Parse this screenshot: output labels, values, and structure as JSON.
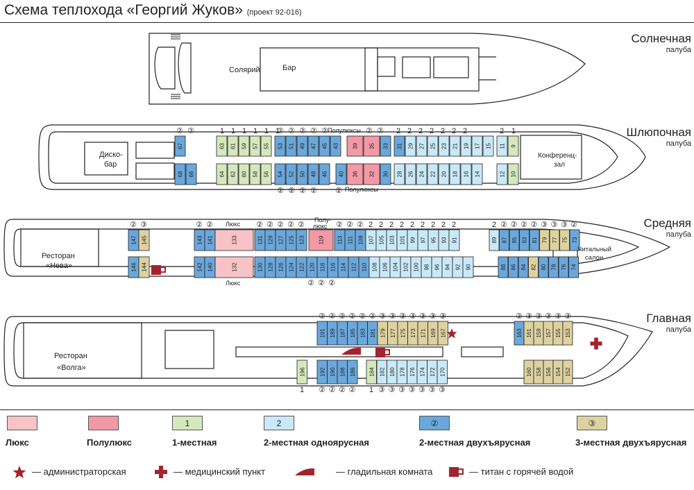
{
  "title": {
    "main": "Схема теплохода «Георгий Жуков»",
    "sub": "(проект 92-016)"
  },
  "colors": {
    "lux": "#f7c3c6",
    "semilux": "#f19aa6",
    "single": "#d5e8bd",
    "double_single": "#c9e9f8",
    "double_bunk": "#6aa8dc",
    "triple_bunk": "#ddd2a0",
    "symbol": "#a3242f"
  },
  "decks": [
    {
      "name": "Солнечная",
      "sub": "палуба"
    },
    {
      "name": "Шлюпочная",
      "sub": "палуба"
    },
    {
      "name": "Средняя",
      "sub": "палуба"
    },
    {
      "name": "Главная",
      "sub": "палуба"
    }
  ],
  "labels": {
    "solarium": "Солярий",
    "bar": "Бар",
    "disco1": "Диско-",
    "disco2": "бар",
    "conf1": "Конференц-",
    "conf2": "зал",
    "semilux_top": "Полулюксы",
    "semilux_bottom": "Полулюксы",
    "lux": "Люкс",
    "semilux1": "Полу-",
    "semilux2": "люкс",
    "rest_neva1": "Ресторан",
    "rest_neva2": "«Нева»",
    "reading1": "Читальный",
    "reading2": "салон",
    "rest_volga1": "Ресторан",
    "rest_volga2": "«Волга»"
  },
  "cabins": {
    "boat_top": [
      "67",
      "63",
      "61",
      "59",
      "57",
      "55",
      "53",
      "51",
      "49",
      "47",
      "45",
      "43",
      "39",
      "35",
      "33",
      "31",
      "29",
      "27",
      "25",
      "23",
      "21",
      "19",
      "17",
      "15",
      "11",
      "9"
    ],
    "boat_bottom": [
      "68",
      "66",
      "64",
      "62",
      "60",
      "58",
      "56",
      "54",
      "52",
      "50",
      "48",
      "46",
      "40",
      "36",
      "32",
      "30",
      "28",
      "26",
      "24",
      "22",
      "20",
      "18",
      "16",
      "14",
      "12",
      "10"
    ],
    "mid_top": [
      "147",
      "145",
      "143",
      "141",
      "133",
      "131",
      "129",
      "127",
      "125",
      "123",
      "119",
      "113",
      "111",
      "109",
      "107",
      "105",
      "103",
      "101",
      "99",
      "97",
      "95",
      "93",
      "91",
      "89",
      "87",
      "85",
      "83",
      "81",
      "79",
      "77",
      "75",
      "73"
    ],
    "mid_bottom": [
      "146",
      "144",
      "142",
      "140",
      "132",
      "130",
      "128",
      "126",
      "124",
      "122",
      "120",
      "118",
      "116",
      "114",
      "112",
      "110",
      "108",
      "106",
      "104",
      "102",
      "100",
      "98",
      "96",
      "94",
      "92",
      "90",
      "88",
      "86",
      "84",
      "82",
      "80",
      "78",
      "76",
      "74"
    ],
    "main_top": [
      "191",
      "189",
      "187",
      "185",
      "183",
      "181",
      "179",
      "177",
      "175",
      "173",
      "171",
      "169",
      "167",
      "163",
      "161",
      "159",
      "157",
      "155",
      "153"
    ],
    "main_bottom": [
      "196",
      "192",
      "190",
      "188",
      "186",
      "184",
      "182",
      "180",
      "178",
      "176",
      "174",
      "172",
      "170",
      "160",
      "158",
      "156",
      "154",
      "152"
    ]
  },
  "berth_marks": {
    "single": "1",
    "double": "2",
    "double_bunk": "②",
    "triple_bunk": "③"
  },
  "legend": {
    "items": [
      {
        "label": "Люкс",
        "box": ""
      },
      {
        "label": "Полулюкс",
        "box": ""
      },
      {
        "label": "1-местная",
        "box": "1"
      },
      {
        "label": "2-местная одноярусная",
        "box": "2"
      },
      {
        "label": "2-местная двухъярусная",
        "box": "②"
      },
      {
        "label": "3-местная двухъярусная",
        "box": "③"
      }
    ],
    "symbols": [
      {
        "icon": "star-icon",
        "label": "— администраторская"
      },
      {
        "icon": "cross-icon",
        "label": "— медицинский пункт"
      },
      {
        "icon": "iron-icon",
        "label": "— гладильная комната"
      },
      {
        "icon": "kettle-icon",
        "label": "— титан с горячей водой"
      }
    ]
  }
}
